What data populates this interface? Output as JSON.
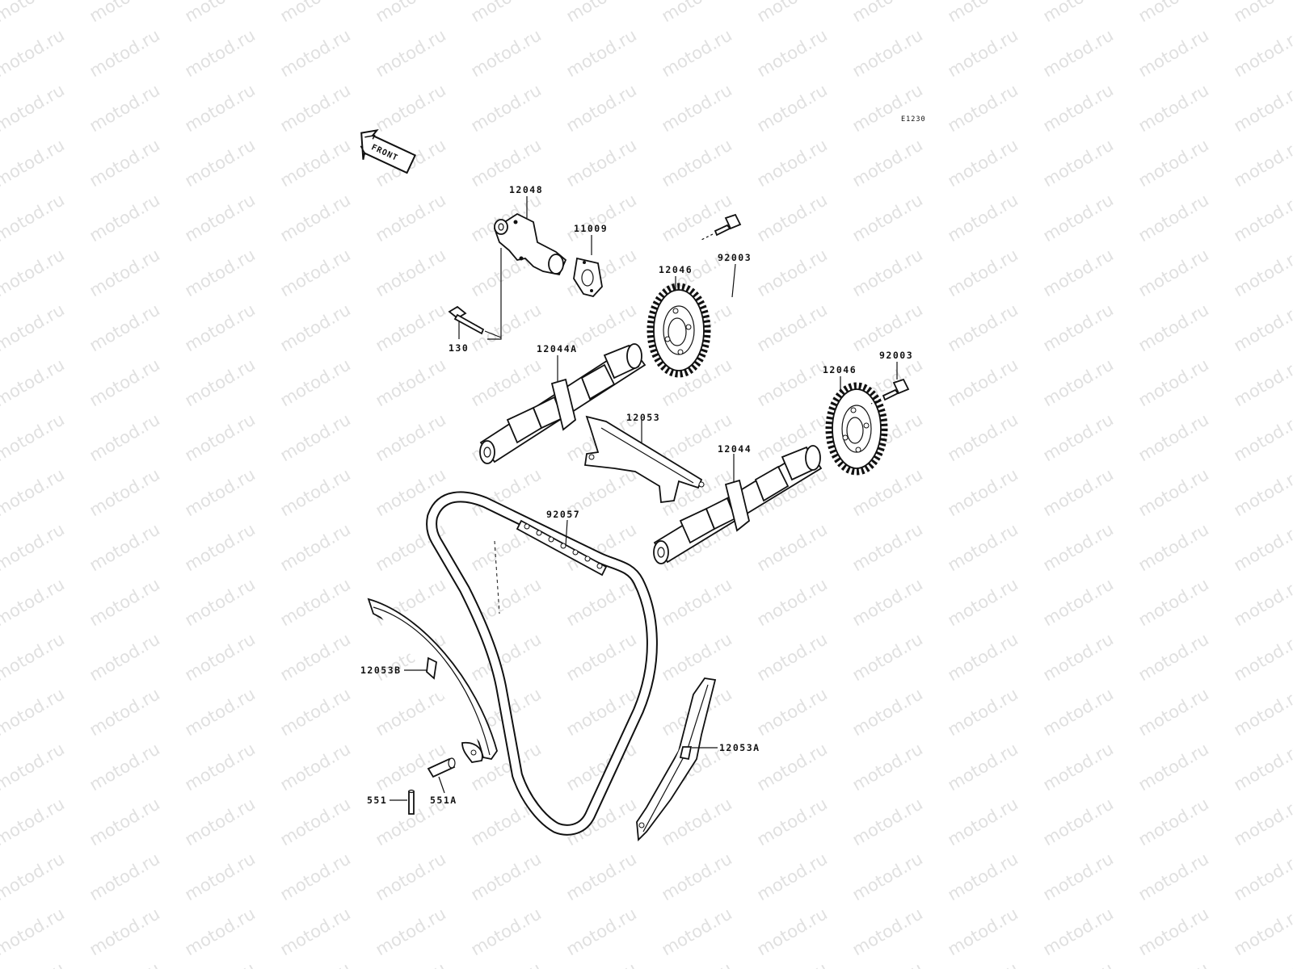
{
  "diagram": {
    "reference_code": "E1230",
    "front_label": "FRONT",
    "watermark_text": "motod.ru",
    "parts": [
      {
        "id": "p-12048",
        "label": "12048"
      },
      {
        "id": "p-11009",
        "label": "11009"
      },
      {
        "id": "p-130",
        "label": "130"
      },
      {
        "id": "p-12046-a",
        "label": "12046"
      },
      {
        "id": "p-92003-a",
        "label": "92003"
      },
      {
        "id": "p-12044A",
        "label": "12044A"
      },
      {
        "id": "p-12046-b",
        "label": "12046"
      },
      {
        "id": "p-92003-b",
        "label": "92003"
      },
      {
        "id": "p-12053",
        "label": "12053"
      },
      {
        "id": "p-12044",
        "label": "12044"
      },
      {
        "id": "p-92057",
        "label": "92057"
      },
      {
        "id": "p-12053B",
        "label": "12053B"
      },
      {
        "id": "p-12053A",
        "label": "12053A"
      },
      {
        "id": "p-551",
        "label": "551"
      },
      {
        "id": "p-551A",
        "label": "551A"
      }
    ]
  }
}
